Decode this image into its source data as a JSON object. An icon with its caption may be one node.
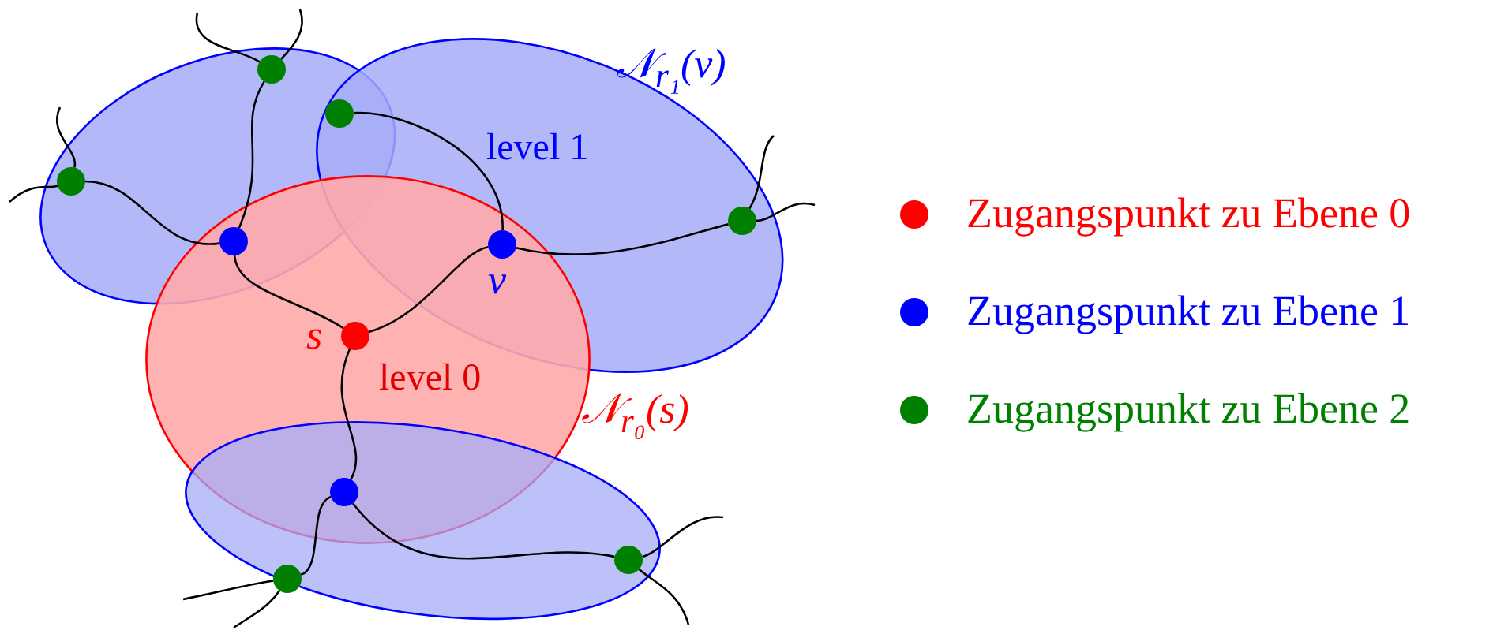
{
  "diagram": {
    "nodes": [
      {
        "text": [],
        "shape": "ellipse"
      },
      {
        "text": [
          "level 1"
        ],
        "beside": [
          "𝒩$_{r₁}$(v)"
        ]
      },
      {
        "text": [
          "level 0"
        ],
        "beside": [
          "𝒩$_{r₀}$(s)"
        ]
      },
      {
        "text": [],
        "shape": "ellipse"
      },
      {
        "text": [],
        "shape": "circle",
        "in": 0
      },
      {
        "text": [],
        "shape": "circle"
      },
      {
        "text": [],
        "shape": "circle",
        "in": 0
      },
      {
        "text": [],
        "shape": "circle",
        "in": 1
      },
      {
        "text": [],
        "shape": "circle"
      },
      {
        "text": [],
        "shape": "circle",
        "beside": [
          "v"
        ]
      },
      {
        "text": [],
        "shape": "circle",
        "beside": [
          "s"
        ],
        "in": 2
      },
      {
        "text": [],
        "shape": "circle"
      },
      {
        "text": [],
        "shape": "circle",
        "in": 3
      },
      {
        "text": [],
        "shape": "circle",
        "in": 3
      }
    ],
    "edges": [
      {
        "from": 10,
        "to": 8,
        "arrow": "none"
      },
      {
        "from": 10,
        "to": 9,
        "arrow": "none"
      },
      {
        "from": 10,
        "to": 11,
        "arrow": "none"
      },
      {
        "from": 8,
        "to": 4,
        "arrow": "none"
      },
      {
        "from": 8,
        "to": 6,
        "arrow": "none"
      },
      {
        "from": 9,
        "to": 5,
        "arrow": "none"
      },
      {
        "from": 9,
        "to": 7,
        "arrow": "none"
      },
      {
        "from": 11,
        "to": 13,
        "arrow": "none"
      },
      {
        "from": 11,
        "to": 12,
        "arrow": "none"
      },
      {
        "from": 4,
        "to": null,
        "arrow": "none"
      },
      {
        "from": 4,
        "to": null,
        "arrow": "none"
      },
      {
        "from": 6,
        "to": null,
        "arrow": "none"
      },
      {
        "from": 6,
        "to": null,
        "arrow": "none"
      },
      {
        "from": 7,
        "to": null,
        "arrow": "none"
      },
      {
        "from": 7,
        "to": null,
        "arrow": "none"
      },
      {
        "from": 13,
        "to": null,
        "arrow": "none"
      },
      {
        "from": 13,
        "to": null,
        "arrow": "none"
      },
      {
        "from": 12,
        "to": null,
        "arrow": "none"
      },
      {
        "from": 12,
        "to": null,
        "arrow": "none"
      }
    ],
    "legend": [
      {
        "text": "Zugangspunkt zu Ebene 0",
        "color": "#ff0000"
      },
      {
        "text": "Zugangspunkt zu Ebene 1",
        "color": "#0000ff"
      },
      {
        "text": "Zugangspunkt zu Ebene 2",
        "color": "#008000"
      }
    ]
  }
}
